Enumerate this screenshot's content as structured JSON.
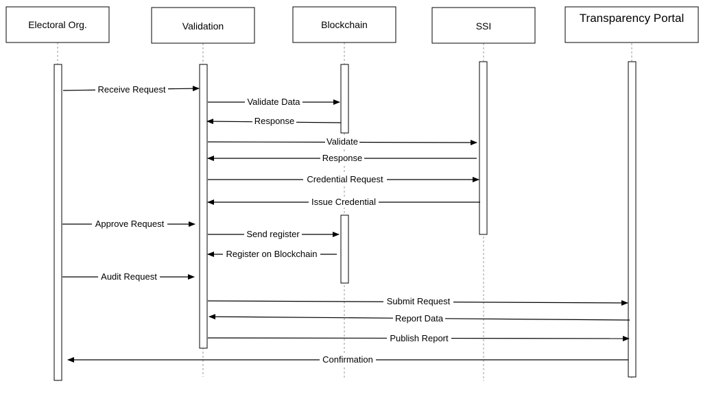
{
  "diagram": {
    "type": "sequence",
    "actors": [
      {
        "id": "electoral",
        "label": "Electoral Org."
      },
      {
        "id": "validation",
        "label": "Validation"
      },
      {
        "id": "blockchain",
        "label": "Blockchain"
      },
      {
        "id": "ssi",
        "label": "SSI"
      },
      {
        "id": "portal",
        "label": "Transparency Portal"
      }
    ],
    "messages": [
      {
        "from": "electoral",
        "to": "validation",
        "label": "Receive Request"
      },
      {
        "from": "validation",
        "to": "blockchain",
        "label": "Validate Data"
      },
      {
        "from": "blockchain",
        "to": "validation",
        "label": "Response"
      },
      {
        "from": "validation",
        "to": "ssi",
        "label": "Validate"
      },
      {
        "from": "ssi",
        "to": "validation",
        "label": "Response"
      },
      {
        "from": "validation",
        "to": "ssi",
        "label": "Credential Request"
      },
      {
        "from": "ssi",
        "to": "validation",
        "label": "Issue Credential"
      },
      {
        "from": "electoral",
        "to": "validation",
        "label": "Approve Request"
      },
      {
        "from": "validation",
        "to": "blockchain",
        "label": "Send register"
      },
      {
        "from": "blockchain",
        "to": "validation",
        "label": "Register on Blockchain"
      },
      {
        "from": "electoral",
        "to": "validation",
        "label": "Audit Request"
      },
      {
        "from": "validation",
        "to": "portal",
        "label": "Submit Request"
      },
      {
        "from": "portal",
        "to": "validation",
        "label": "Report Data"
      },
      {
        "from": "validation",
        "to": "portal",
        "label": "Publish Report"
      },
      {
        "from": "portal",
        "to": "electoral",
        "label": "Confirmation"
      }
    ]
  }
}
